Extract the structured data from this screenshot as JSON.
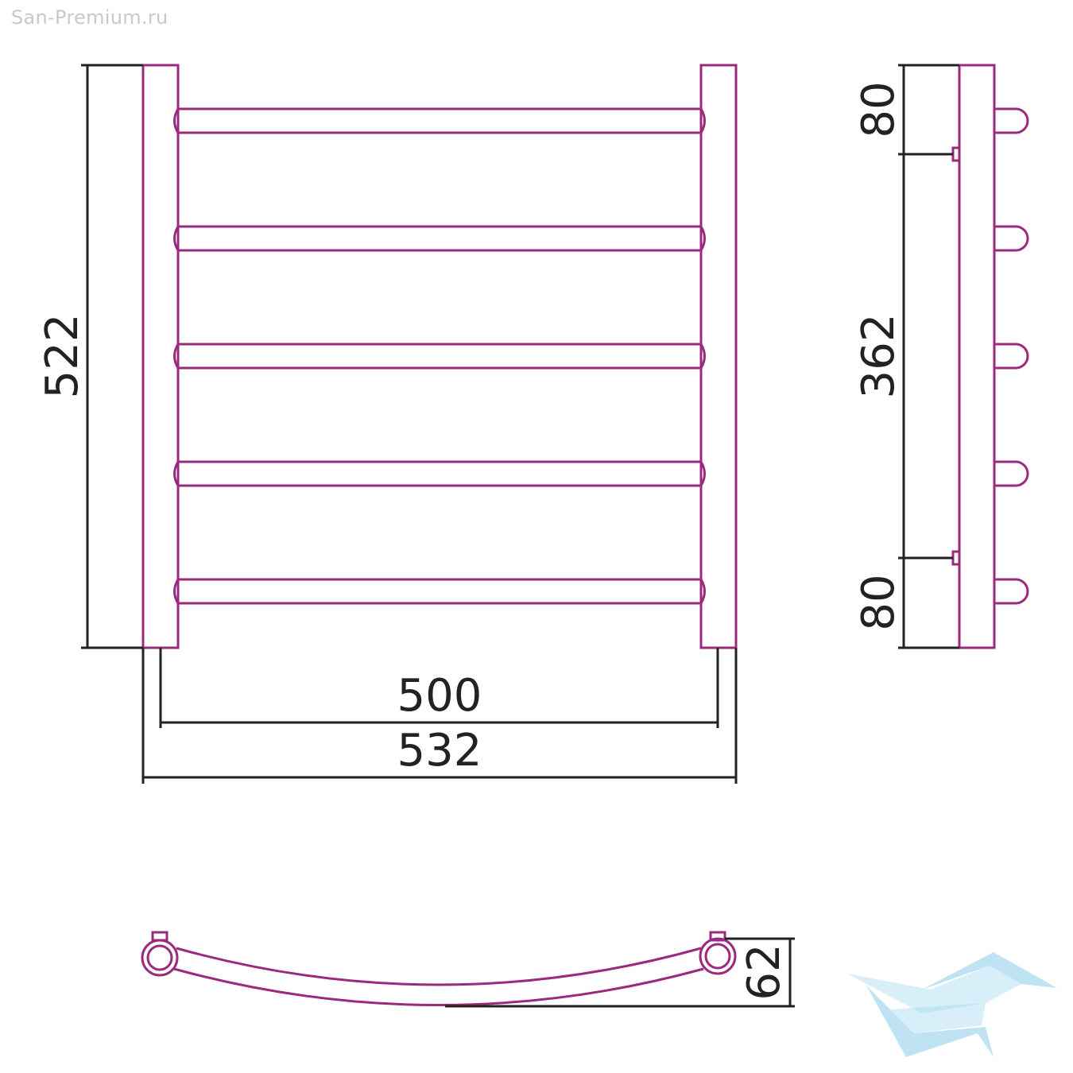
{
  "watermark": "San-Premium.ru",
  "front_view": {
    "height_label": "522",
    "inner_width_label": "500",
    "outer_width_label": "532",
    "rail_count": 5
  },
  "side_view": {
    "top_offset_label": "80",
    "mount_spacing_label": "362",
    "bottom_offset_label": "80"
  },
  "top_view": {
    "depth_label": "62"
  },
  "logo": {
    "icon": "bathtub-logo-icon"
  },
  "colors": {
    "outline": "#9b2a7e",
    "dimension": "#222222",
    "watermark": "#c9c9c9",
    "logo": "#a9d9ef"
  }
}
